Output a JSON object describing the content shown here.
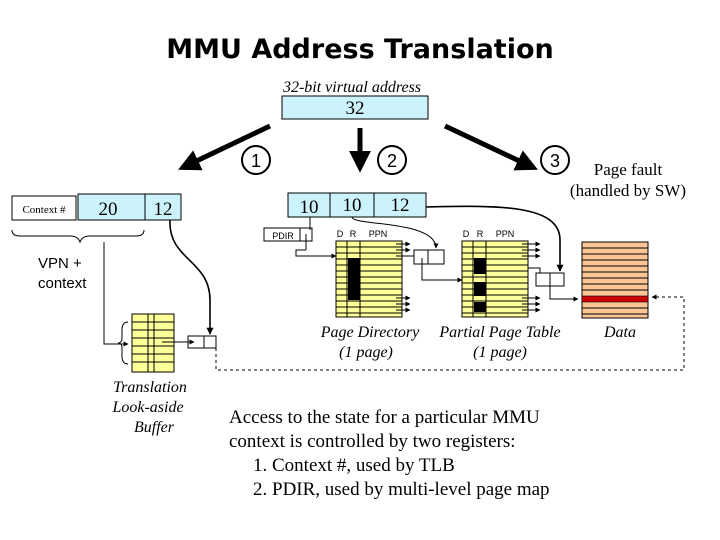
{
  "title": "MMU Address Translation",
  "virtual_address": {
    "caption": "32-bit virtual address",
    "bits": "32"
  },
  "steps": {
    "one": "1",
    "two": "2",
    "three": "3"
  },
  "page_fault": {
    "line1": "Page fault",
    "line2": "(handled by SW)"
  },
  "tlb_path": {
    "context_label": "Context #",
    "vpn_bits": "20",
    "offset_bits": "12",
    "vpn_line1": "VPN +",
    "vpn_line2": "context",
    "tlb_line1": "Translation",
    "tlb_line2": "Look-aside",
    "tlb_line3": "Buffer"
  },
  "pagemap_path": {
    "dir_bits": "10",
    "table_bits": "10",
    "offset_bits": "12",
    "pdir_label": "PDIR",
    "col_d": "D",
    "col_r": "R",
    "col_ppn": "PPN",
    "page_directory_label": "Page Directory",
    "page_directory_size": "(1 page)",
    "page_table_label": "Partial Page Table",
    "page_table_size": "(1 page)",
    "data_label": "Data"
  },
  "notes": {
    "line1": "Access to the state for a particular MMU",
    "line2": "context is controlled by two registers:",
    "item1": "1. Context #, used by TLB",
    "item2": "2. PDIR, used by multi-level page map"
  },
  "colors": {
    "address_box": "#ccf2fb",
    "table_fill": "#ffff99",
    "data_fill": "#fcc596",
    "data_highlight": "#cc0000"
  }
}
